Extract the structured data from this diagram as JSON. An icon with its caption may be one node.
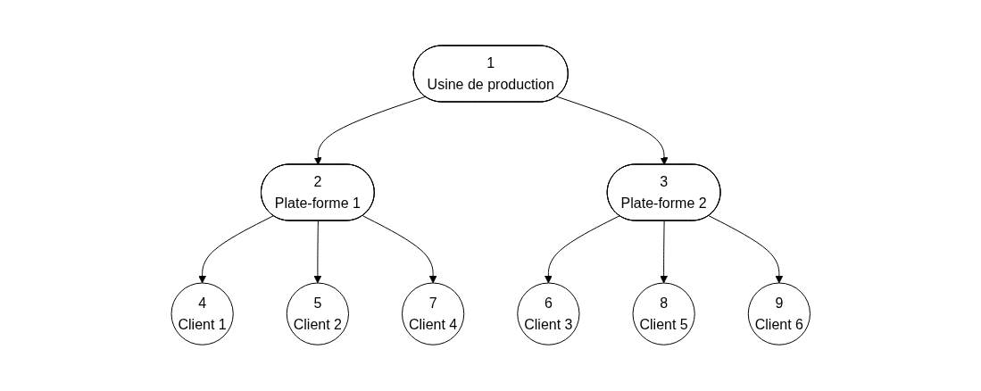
{
  "diagram": {
    "nodes": [
      {
        "text": [
          "1",
          "Usine de production"
        ]
      },
      {
        "text": [
          "2",
          "Plate-forme 1"
        ]
      },
      {
        "text": [
          "3",
          "Plate-forme 2"
        ]
      },
      {
        "text": [
          "4",
          "Client 1"
        ]
      },
      {
        "text": [
          "5",
          "Client 2"
        ]
      },
      {
        "text": [
          "6",
          "Client 3"
        ]
      },
      {
        "text": [
          "7",
          "Client 4"
        ]
      },
      {
        "text": [
          "8",
          "Client 5"
        ]
      },
      {
        "text": [
          "9",
          "Client 6"
        ]
      }
    ],
    "edges": [
      {
        "from": 0,
        "to": 1,
        "arrow": "to"
      },
      {
        "from": 0,
        "to": 2,
        "arrow": "to"
      },
      {
        "from": 1,
        "to": 3,
        "arrow": "to"
      },
      {
        "from": 1,
        "to": 4,
        "arrow": "to"
      },
      {
        "from": 1,
        "to": 6,
        "arrow": "to"
      },
      {
        "from": 2,
        "to": 5,
        "arrow": "to"
      },
      {
        "from": 2,
        "to": 7,
        "arrow": "to"
      },
      {
        "from": 2,
        "to": 8,
        "arrow": "to"
      }
    ]
  }
}
